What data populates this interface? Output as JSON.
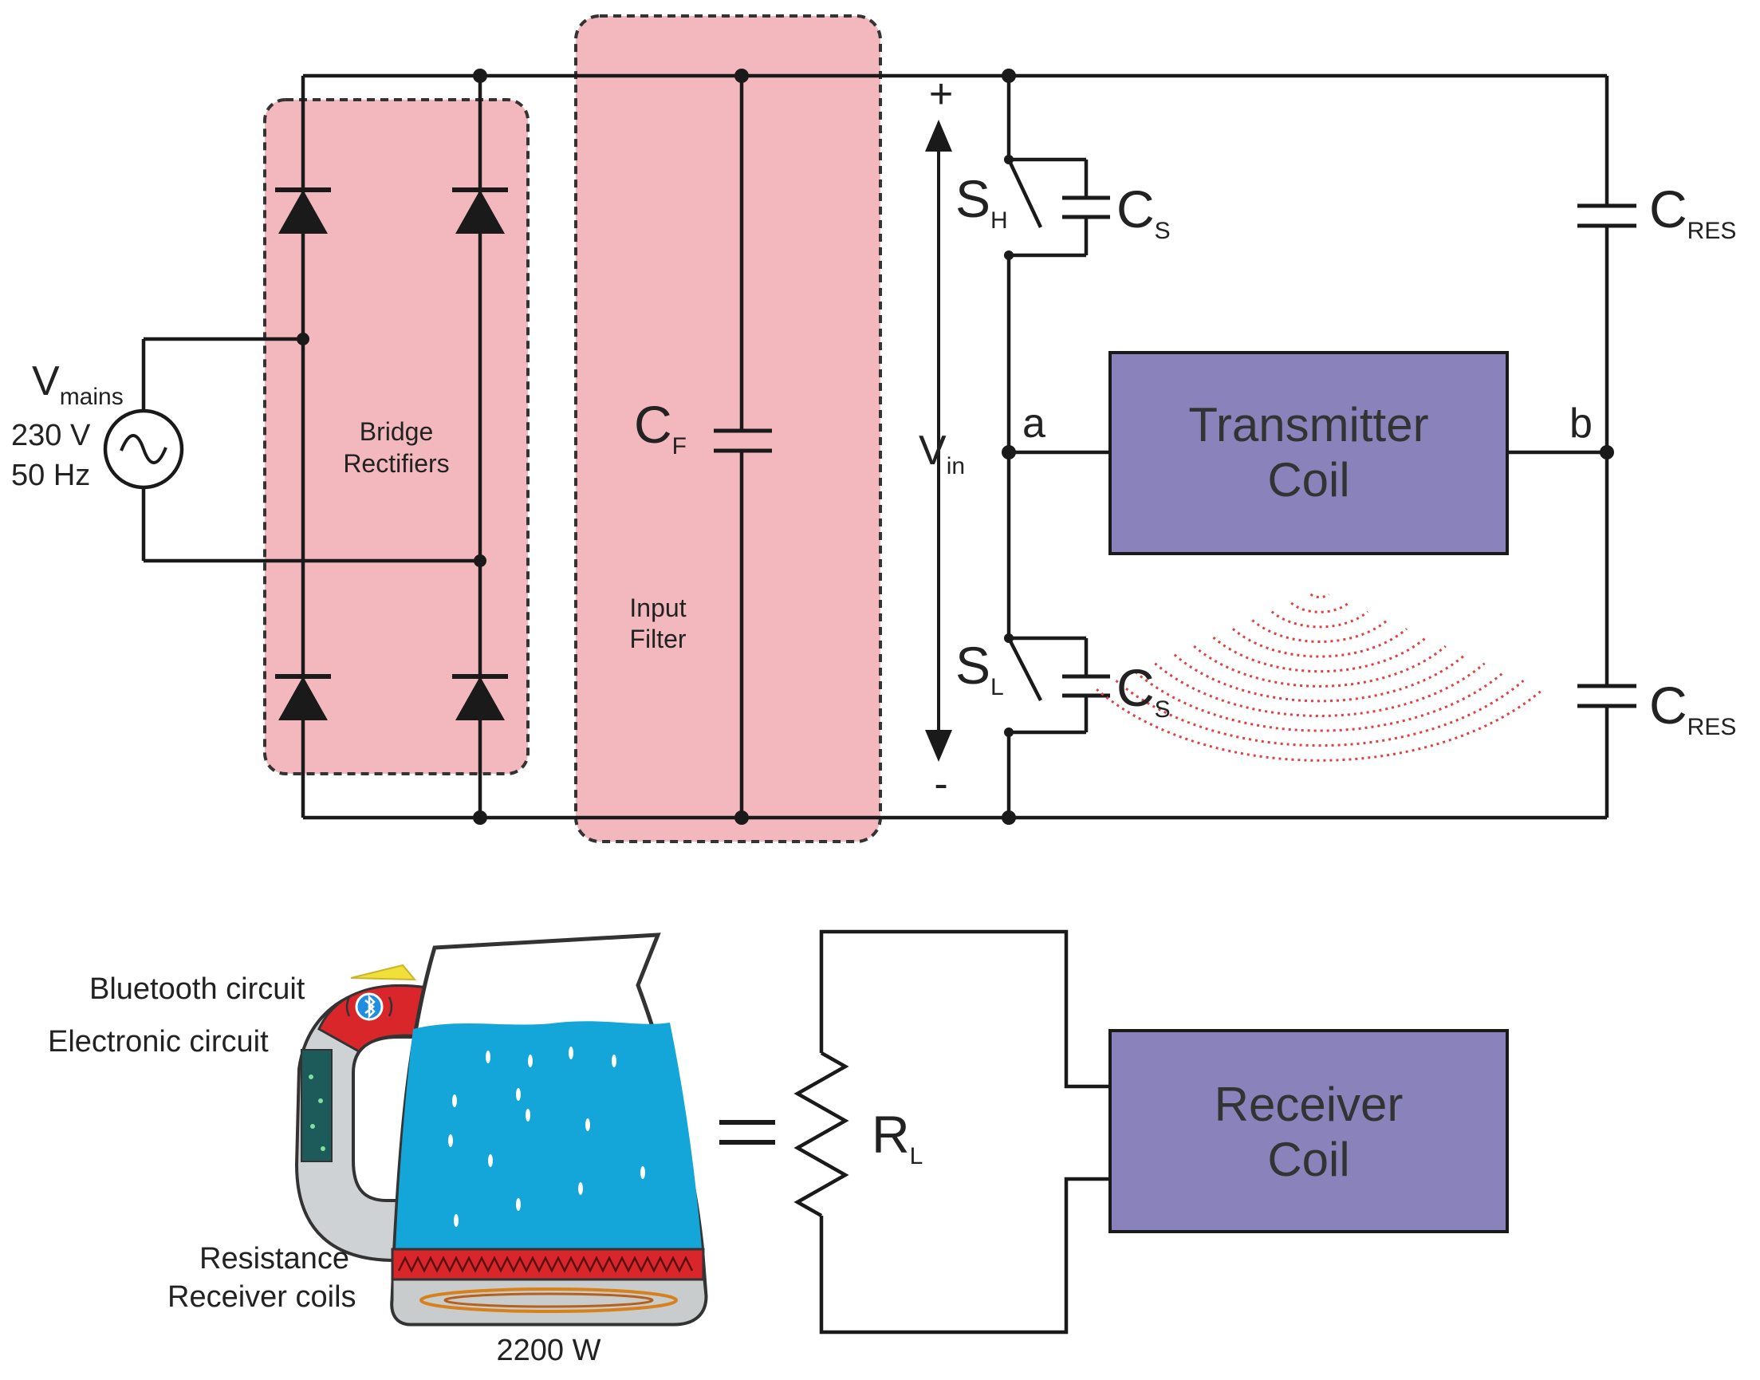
{
  "source": {
    "name_main": "V",
    "name_sub": "mains",
    "voltage": "230 V",
    "frequency": "50 Hz"
  },
  "blocks": {
    "bridge_line1": "Bridge",
    "bridge_line2": "Rectifiers",
    "filter_line1": "Input",
    "filter_line2": "Filter"
  },
  "components": {
    "cf_main": "C",
    "cf_sub": "F",
    "vin_main": "V",
    "vin_sub": "in",
    "plus": "+",
    "minus": "-",
    "sh_main": "S",
    "sh_sub": "H",
    "sl_main": "S",
    "sl_sub": "L",
    "cs_main": "C",
    "cs_sub": "S",
    "cres_main": "C",
    "cres_sub": "RES",
    "node_a": "a",
    "node_b": "b",
    "rl_main": "R",
    "rl_sub": "L",
    "equals": "="
  },
  "coils": {
    "transmitter_line1": "Transmitter",
    "transmitter_line2": "Coil",
    "receiver_line1": "Receiver",
    "receiver_line2": "Coil"
  },
  "kettle": {
    "bluetooth": "Bluetooth circuit",
    "electronic": "Electronic circuit",
    "resistance": "Resistance",
    "receiver_coils": "Receiver coils",
    "power": "2200 W"
  },
  "colors": {
    "block_fill": "#f2b8bd",
    "coil_fill": "#8a82bb",
    "water": "#14a6d8",
    "heater": "#d9262a",
    "field": "#e04040"
  }
}
